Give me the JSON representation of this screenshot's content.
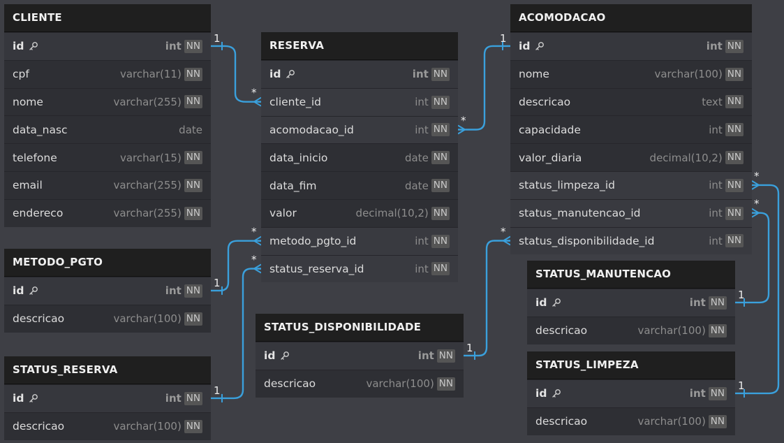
{
  "tables": {
    "cliente": {
      "title": "CLIENTE",
      "columns": [
        {
          "name": "id",
          "type": "int",
          "nn": "NN",
          "pk": true
        },
        {
          "name": "cpf",
          "type": "varchar(11)",
          "nn": "NN"
        },
        {
          "name": "nome",
          "type": "varchar(255)",
          "nn": "NN"
        },
        {
          "name": "data_nasc",
          "type": "date",
          "nn": ""
        },
        {
          "name": "telefone",
          "type": "varchar(15)",
          "nn": "NN"
        },
        {
          "name": "email",
          "type": "varchar(255)",
          "nn": "NN"
        },
        {
          "name": "endereco",
          "type": "varchar(255)",
          "nn": "NN"
        }
      ]
    },
    "reserva": {
      "title": "RESERVA",
      "columns": [
        {
          "name": "id",
          "type": "int",
          "nn": "NN",
          "pk": true
        },
        {
          "name": "cliente_id",
          "type": "int",
          "nn": "NN",
          "fk": true
        },
        {
          "name": "acomodacao_id",
          "type": "int",
          "nn": "NN",
          "fk": true
        },
        {
          "name": "data_inicio",
          "type": "date",
          "nn": "NN"
        },
        {
          "name": "data_fim",
          "type": "date",
          "nn": "NN"
        },
        {
          "name": "valor",
          "type": "decimal(10,2)",
          "nn": "NN"
        },
        {
          "name": "metodo_pgto_id",
          "type": "int",
          "nn": "NN",
          "fk": true
        },
        {
          "name": "status_reserva_id",
          "type": "int",
          "nn": "NN",
          "fk": true
        }
      ]
    },
    "acomodacao": {
      "title": "ACOMODACAO",
      "columns": [
        {
          "name": "id",
          "type": "int",
          "nn": "NN",
          "pk": true
        },
        {
          "name": "nome",
          "type": "varchar(100)",
          "nn": "NN"
        },
        {
          "name": "descricao",
          "type": "text",
          "nn": "NN"
        },
        {
          "name": "capacidade",
          "type": "int",
          "nn": "NN"
        },
        {
          "name": "valor_diaria",
          "type": "decimal(10,2)",
          "nn": "NN"
        },
        {
          "name": "status_limpeza_id",
          "type": "int",
          "nn": "NN",
          "fk": true
        },
        {
          "name": "status_manutencao_id",
          "type": "int",
          "nn": "NN",
          "fk": true
        },
        {
          "name": "status_disponibilidade_id",
          "type": "int",
          "nn": "NN",
          "fk": true
        }
      ]
    },
    "metodo_pgto": {
      "title": "METODO_PGTO",
      "columns": [
        {
          "name": "id",
          "type": "int",
          "nn": "NN",
          "pk": true
        },
        {
          "name": "descricao",
          "type": "varchar(100)",
          "nn": "NN"
        }
      ]
    },
    "status_reserva": {
      "title": "STATUS_RESERVA",
      "columns": [
        {
          "name": "id",
          "type": "int",
          "nn": "NN",
          "pk": true
        },
        {
          "name": "descricao",
          "type": "varchar(100)",
          "nn": "NN"
        }
      ]
    },
    "status_disponibilidade": {
      "title": "STATUS_DISPONIBILIDADE",
      "columns": [
        {
          "name": "id",
          "type": "int",
          "nn": "NN",
          "pk": true
        },
        {
          "name": "descricao",
          "type": "varchar(100)",
          "nn": "NN"
        }
      ]
    },
    "status_manutencao": {
      "title": "STATUS_MANUTENCAO",
      "columns": [
        {
          "name": "id",
          "type": "int",
          "nn": "NN",
          "pk": true
        },
        {
          "name": "descricao",
          "type": "varchar(100)",
          "nn": "NN"
        }
      ]
    },
    "status_limpeza": {
      "title": "STATUS_LIMPEZA",
      "columns": [
        {
          "name": "id",
          "type": "int",
          "nn": "NN",
          "pk": true
        },
        {
          "name": "descricao",
          "type": "varchar(100)",
          "nn": "NN"
        }
      ]
    }
  },
  "relationships": [
    {
      "from": "cliente.id",
      "to": "reserva.cliente_id",
      "one": "1",
      "many": "*"
    },
    {
      "from": "acomodacao.id",
      "to": "reserva.acomodacao_id",
      "one": "1",
      "many": "*"
    },
    {
      "from": "metodo_pgto.id",
      "to": "reserva.metodo_pgto_id",
      "one": "1",
      "many": "*"
    },
    {
      "from": "status_reserva.id",
      "to": "reserva.status_reserva_id",
      "one": "1",
      "many": "*"
    },
    {
      "from": "status_disponibilidade.id",
      "to": "acomodacao.status_disponibilidade_id",
      "one": "1",
      "many": "*"
    },
    {
      "from": "status_manutencao.id",
      "to": "acomodacao.status_manutencao_id",
      "one": "1",
      "many": "*"
    },
    {
      "from": "status_limpeza.id",
      "to": "acomodacao.status_limpeza_id",
      "one": "1",
      "many": "*"
    }
  ],
  "colors": {
    "background": "#3e3f45",
    "header": "#1f1f1f",
    "line": "#3aa0dc"
  },
  "icons": {
    "primary_key": "key-icon"
  }
}
